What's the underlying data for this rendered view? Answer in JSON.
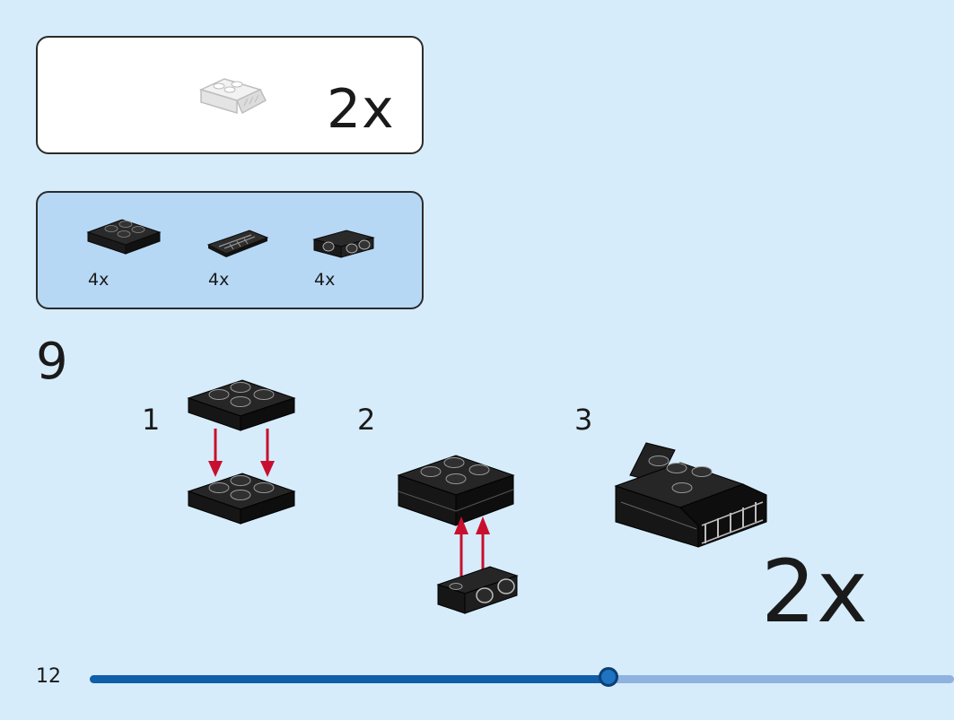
{
  "page": {
    "number": "12",
    "progress_fraction": 0.6
  },
  "subassembly": {
    "multiplier": "2x",
    "icon": "grey-slope-subassembly-icon"
  },
  "parts": [
    {
      "icon": "plate-2x2-black-icon",
      "count": "4x"
    },
    {
      "icon": "slope-grille-black-icon",
      "count": "4x"
    },
    {
      "icon": "bracket-1x2-studs-black-icon",
      "count": "4x"
    }
  ],
  "step": {
    "number": "9",
    "substeps": [
      {
        "number": "1"
      },
      {
        "number": "2"
      },
      {
        "number": "3"
      }
    ],
    "multiplier": "2x"
  },
  "colors": {
    "background": "#d6ecfb",
    "parts_panel": "#b6d8f5",
    "brick": "#1c1c1c",
    "arrow": "#c8102e",
    "progress_fill": "#0f5ea8",
    "progress_track": "#8fb2e0"
  }
}
